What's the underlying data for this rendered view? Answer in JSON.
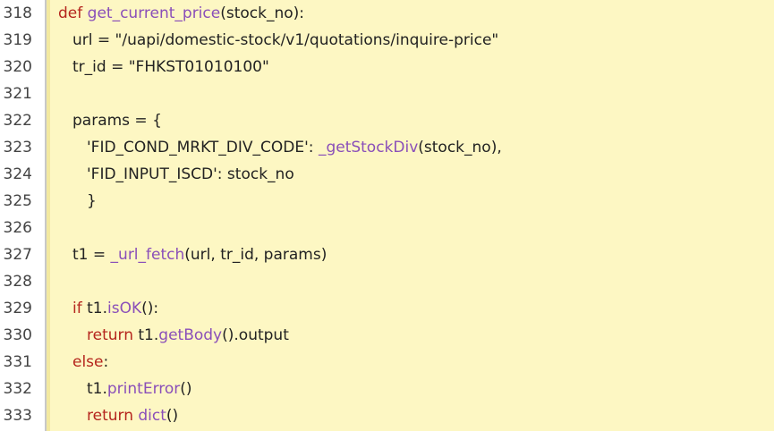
{
  "lines": [
    {
      "number": "318",
      "indent": 0,
      "tokens": [
        {
          "t": "kw",
          "v": "def"
        },
        {
          "t": "plain",
          "v": " "
        },
        {
          "t": "fn",
          "v": "get_current_price"
        },
        {
          "t": "plain",
          "v": "(stock_no):"
        }
      ]
    },
    {
      "number": "319",
      "indent": 1,
      "tokens": [
        {
          "t": "plain",
          "v": "url = \"/uapi/domestic-stock/v1/quotations/inquire-price\""
        }
      ]
    },
    {
      "number": "320",
      "indent": 1,
      "tokens": [
        {
          "t": "plain",
          "v": "tr_id = \"FHKST01010100\""
        }
      ]
    },
    {
      "number": "321",
      "indent": 0,
      "tokens": []
    },
    {
      "number": "322",
      "indent": 1,
      "tokens": [
        {
          "t": "plain",
          "v": "params = {"
        }
      ]
    },
    {
      "number": "323",
      "indent": 2,
      "tokens": [
        {
          "t": "plain",
          "v": "'FID_COND_MRKT_DIV_CODE': "
        },
        {
          "t": "fn",
          "v": "_getStockDiv"
        },
        {
          "t": "plain",
          "v": "(stock_no),"
        }
      ]
    },
    {
      "number": "324",
      "indent": 2,
      "tokens": [
        {
          "t": "plain",
          "v": "'FID_INPUT_ISCD': stock_no"
        }
      ]
    },
    {
      "number": "325",
      "indent": 2,
      "tokens": [
        {
          "t": "plain",
          "v": "}"
        }
      ]
    },
    {
      "number": "326",
      "indent": 0,
      "tokens": []
    },
    {
      "number": "327",
      "indent": 1,
      "tokens": [
        {
          "t": "plain",
          "v": "t1 = "
        },
        {
          "t": "fn",
          "v": "_url_fetch"
        },
        {
          "t": "plain",
          "v": "(url, tr_id, params)"
        }
      ]
    },
    {
      "number": "328",
      "indent": 0,
      "tokens": []
    },
    {
      "number": "329",
      "indent": 1,
      "tokens": [
        {
          "t": "kw",
          "v": "if"
        },
        {
          "t": "plain",
          "v": " t1."
        },
        {
          "t": "fn",
          "v": "isOK"
        },
        {
          "t": "plain",
          "v": "():"
        }
      ]
    },
    {
      "number": "330",
      "indent": 2,
      "tokens": [
        {
          "t": "kw",
          "v": "return"
        },
        {
          "t": "plain",
          "v": " t1."
        },
        {
          "t": "fn",
          "v": "getBody"
        },
        {
          "t": "plain",
          "v": "().output"
        }
      ]
    },
    {
      "number": "331",
      "indent": 1,
      "tokens": [
        {
          "t": "kw",
          "v": "else"
        },
        {
          "t": "plain",
          "v": ":"
        }
      ]
    },
    {
      "number": "332",
      "indent": 2,
      "tokens": [
        {
          "t": "plain",
          "v": "t1."
        },
        {
          "t": "fn",
          "v": "printError"
        },
        {
          "t": "plain",
          "v": "()"
        }
      ]
    },
    {
      "number": "333",
      "indent": 2,
      "tokens": [
        {
          "t": "kw",
          "v": "return"
        },
        {
          "t": "plain",
          "v": " "
        },
        {
          "t": "fn",
          "v": "dict"
        },
        {
          "t": "plain",
          "v": "()"
        }
      ]
    }
  ],
  "colors": {
    "keyword": "#b5261e",
    "function": "#8a4fb9",
    "text": "#222222",
    "highlight_background": "#fdf7c3",
    "gutter_border": "#c8c8c8"
  }
}
